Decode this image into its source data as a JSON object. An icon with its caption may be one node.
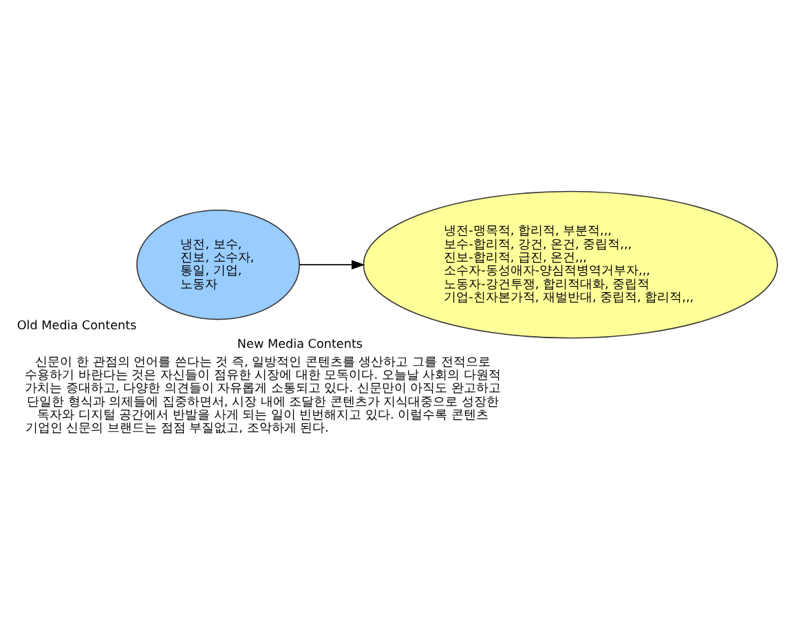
{
  "diagram": {
    "caption": "신문이 한 관점의 언어를 쓴다는 것 즉, 일방적인 콘텐츠를 생산하고 그를 전적으로 수용하기 바란다는 것은 자신들이 점유한 시장에 대한 모독이다. 오늘날 사회의 다원적 가치는 증대하고, 다양한 의견들이 자유롭게 소통되고 있다. 신문만이 아직도 완고하고 단일한 형식과 의제들에 집중하면서, 시장 내에 조달한 콘텐츠가 지식대중으로 성장한 독자와 디지털 공간에서 반발을 사게 되는 일이 빈번해지고 있다. 이럴수록 콘텐츠 기업인 신문의 브랜드는 점점 부질없고, 조악하게 된다.",
    "nodes": [
      {
        "text": [
          "냉전, 보수, 진보, 소수자, 통일, 기업, 노동자"
        ],
        "beside": [
          "Old Media Contents"
        ]
      },
      {
        "text": [
          "냉전-맹목적, 합리적, 부분적,,,",
          "보수-합리적, 강건, 온건, 중립적,,,",
          "진보-합리적, 급진, 온건,,,",
          "소수자-동성애자-양심적병역거부자,,,",
          "노동자-강건투쟁, 합리적대화, 중립적",
          "기업-친자본가적, 재벌반대, 중립적, 합리적,,,"
        ],
        "beside": [
          "New Media Contents"
        ]
      }
    ],
    "edges": [
      {
        "from": 0,
        "to": 1,
        "arrow": "to"
      }
    ]
  }
}
